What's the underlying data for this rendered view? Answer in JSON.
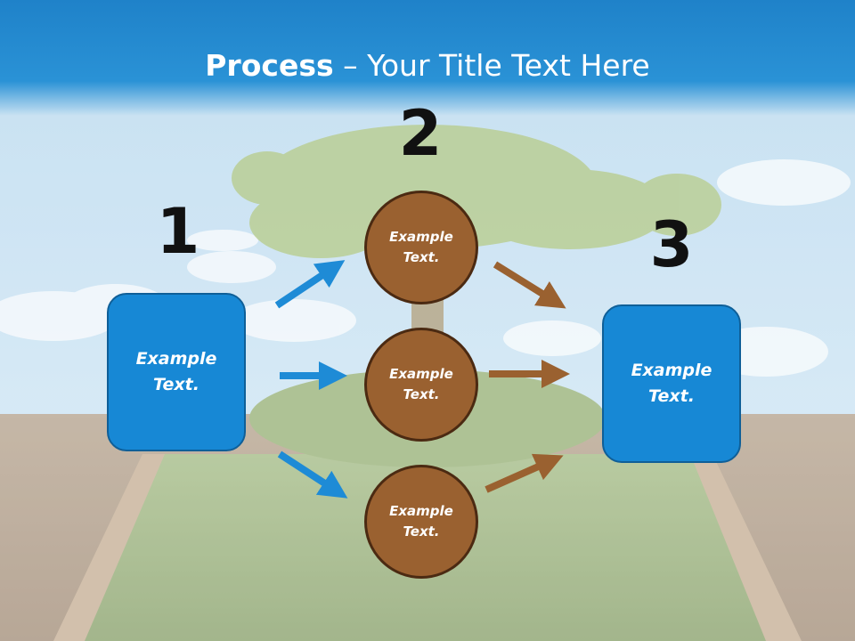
{
  "slide": {
    "title_bold": "Process",
    "title_rest": " – Your Title Text Here"
  },
  "steps": [
    {
      "number": "1",
      "text": "Example\nText."
    },
    {
      "number": "2",
      "items": [
        "Example\nText.",
        "Example\nText.",
        "Example\nText."
      ]
    },
    {
      "number": "3",
      "text": "Example\nText."
    }
  ],
  "colors": {
    "header": "#1f82c9",
    "box": "#1788d5",
    "circle": "#9a6130",
    "blue_arrow": "#1e8bd6",
    "brown_arrow": "#9a6130"
  }
}
